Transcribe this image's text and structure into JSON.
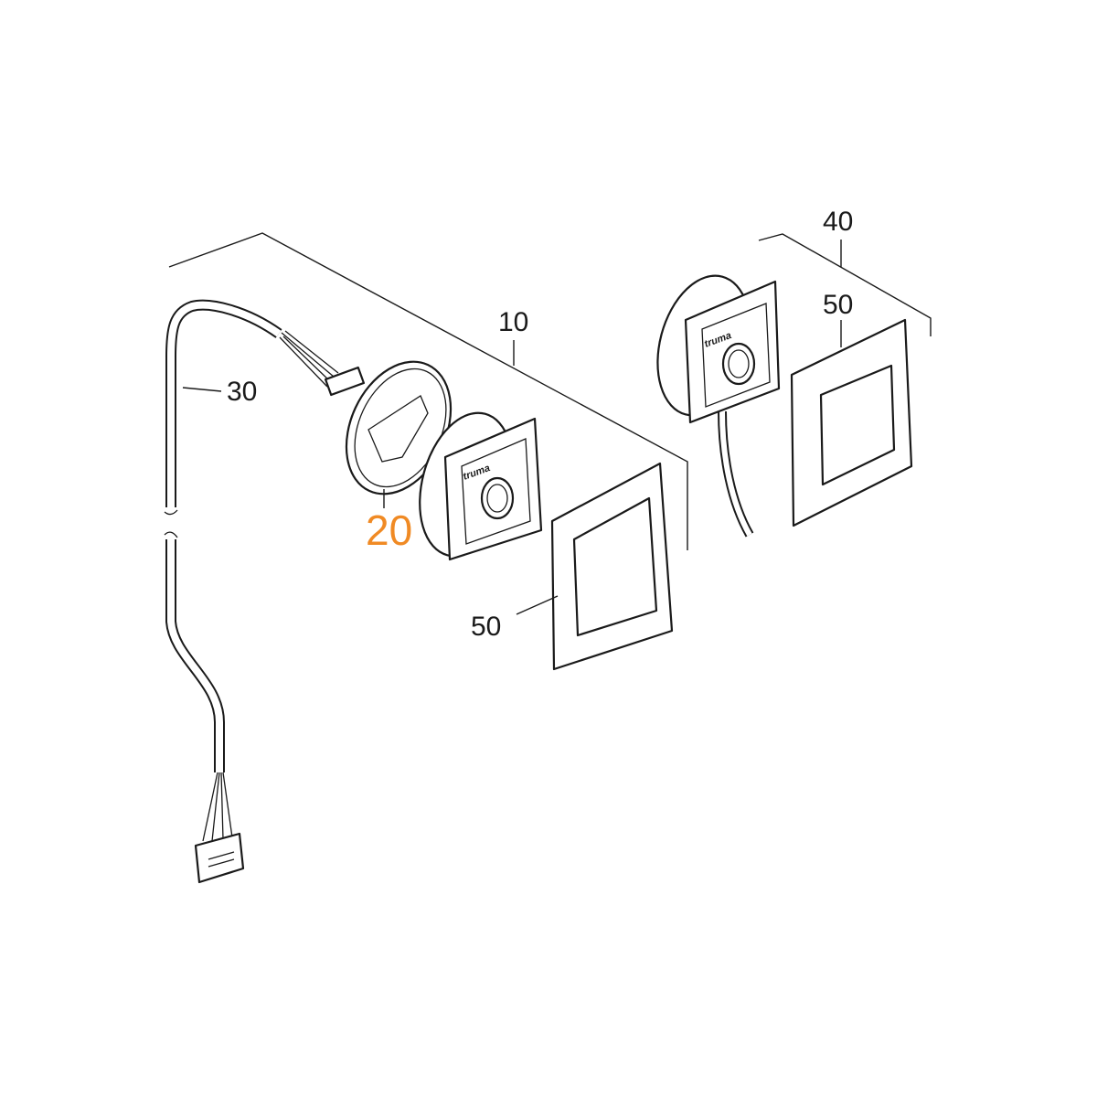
{
  "diagram": {
    "title_logo": "truma",
    "callouts": [
      {
        "id": "part-10",
        "label": "10"
      },
      {
        "id": "part-20",
        "label": "20",
        "highlighted": true
      },
      {
        "id": "part-30",
        "label": "30"
      },
      {
        "id": "part-40",
        "label": "40"
      },
      {
        "id": "part-50-left",
        "label": "50"
      },
      {
        "id": "part-50-right",
        "label": "50"
      }
    ],
    "colors": {
      "highlight": "#f08a24",
      "line": "#1a1a1a",
      "background": "#ffffff"
    }
  }
}
